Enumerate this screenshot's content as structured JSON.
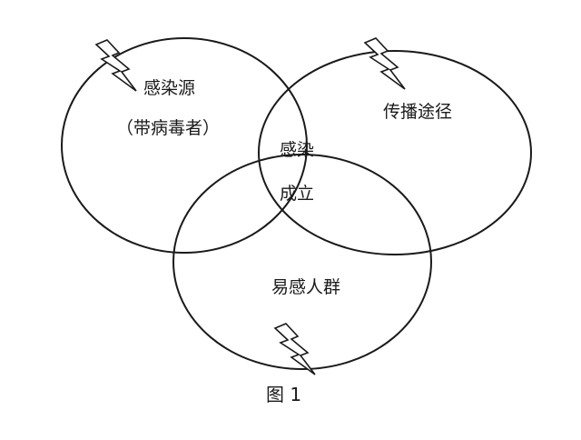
{
  "diagram": {
    "circles": {
      "source": {
        "title": "感染源",
        "subtitle": "（带病毒者）"
      },
      "route": {
        "title": "传播途径"
      },
      "population": {
        "title": "易感人群"
      }
    },
    "center": {
      "line1": "感染",
      "line2": "成立"
    },
    "caption": "图 1",
    "icons": [
      "lightning-bolt-icon",
      "lightning-bolt-icon",
      "lightning-bolt-icon"
    ]
  }
}
